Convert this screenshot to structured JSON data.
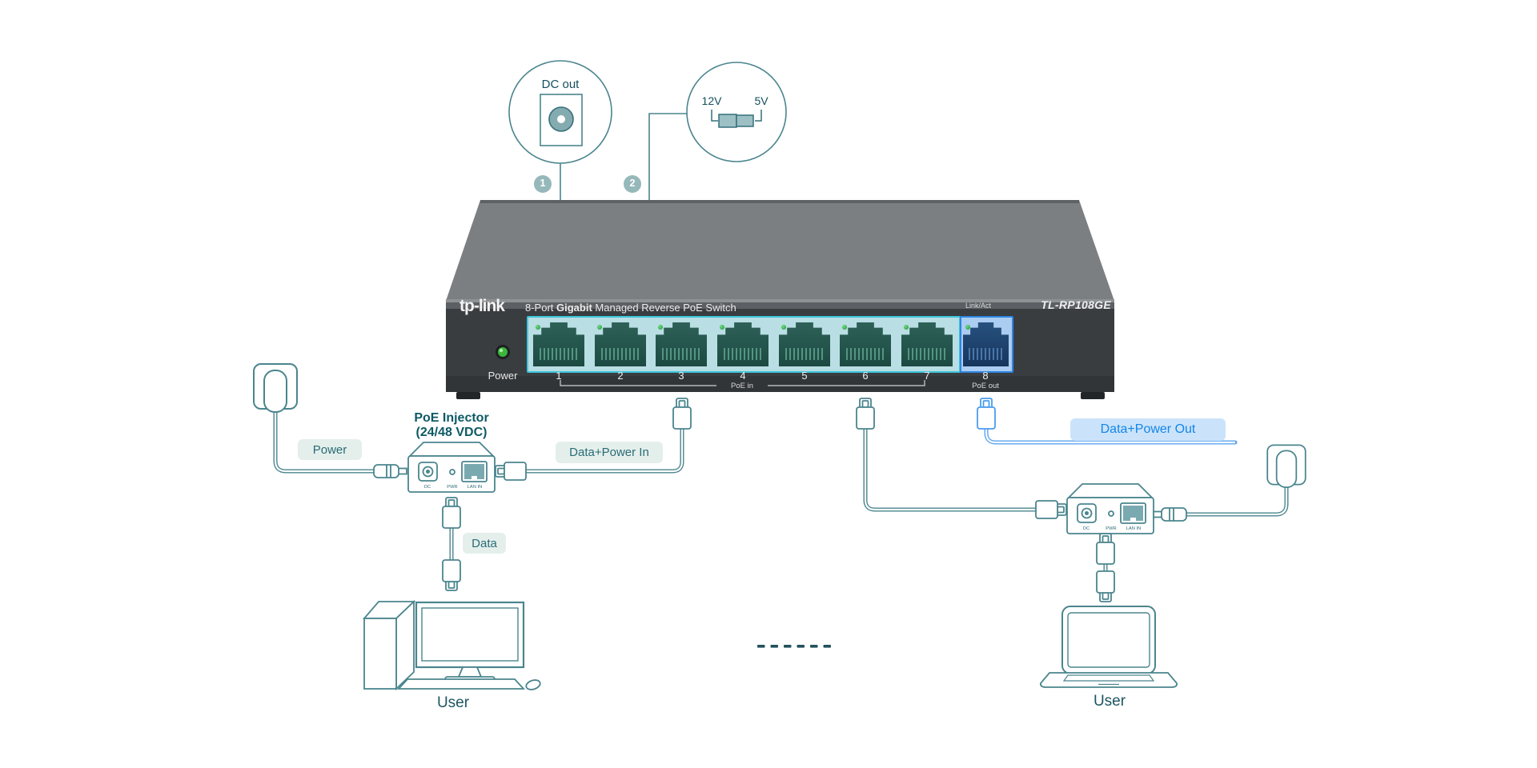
{
  "callouts": {
    "dc_out": {
      "label": "DC out",
      "badge": "1"
    },
    "voltages": {
      "left": "12V",
      "right": "5V",
      "badge": "2"
    }
  },
  "switch": {
    "brand": "tp-link",
    "title_pre": "8-Port ",
    "title_bold": "Gigabit",
    "title_post": " Managed Reverse PoE Switch",
    "model": "TL-RP108GE",
    "link_act": "Link/Act",
    "power_label": "Power",
    "port_labels": [
      "1",
      "2",
      "3",
      "4",
      "5",
      "6",
      "7",
      "8"
    ],
    "poe_in": "PoE in",
    "poe_out": "PoE out"
  },
  "left_group": {
    "power_pill": "Power",
    "injector_title_line1": "PoE Injector",
    "injector_title_line2": "(24/48 VDC)",
    "port_dc": "DC",
    "port_pwr": "PWR",
    "port_lan": "LAN IN",
    "data_power_in": "Data+Power In",
    "data_pill": "Data",
    "user": "User"
  },
  "right_group": {
    "data_power_out": "Data+Power Out",
    "port_dc": "DC",
    "port_pwr": "PWR",
    "port_lan": "LAN IN",
    "user": "User"
  },
  "colors": {
    "teal_stroke": "#4a858d",
    "teal_text": "#14505c",
    "pill_bg": "#e4efec",
    "blue_stroke": "#4a9cee",
    "blue_text": "#1386ea",
    "blue_pill_bg": "#cbe3fa",
    "port_panel_border": "#3ec5da",
    "port8_panel_border": "#2e86e2",
    "led_green": "#2fae47",
    "badge_bg": "#96b8bb"
  }
}
